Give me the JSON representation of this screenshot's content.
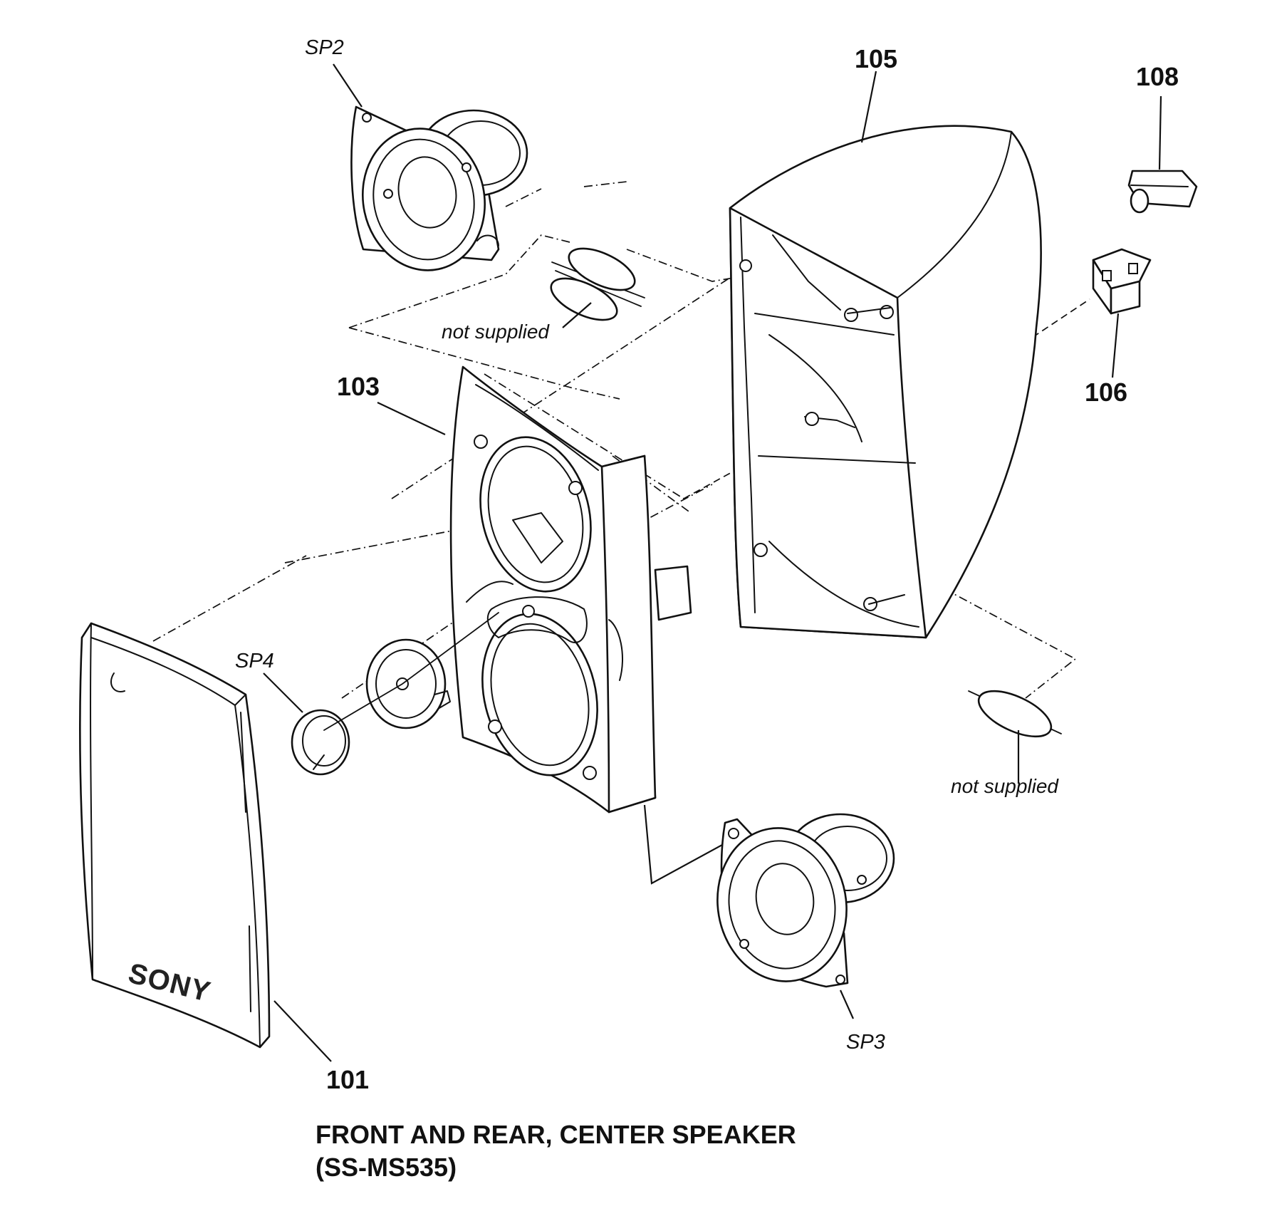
{
  "labels": {
    "sp2": "SP2",
    "sp3": "SP3",
    "sp4": "SP4",
    "p101": "101",
    "p103": "103",
    "p105": "105",
    "p106": "106",
    "p108": "108",
    "not_supplied_top": "not supplied",
    "not_supplied_bottom": "not supplied",
    "brand": "SONY"
  },
  "caption": {
    "line1": "FRONT AND REAR, CENTER SPEAKER",
    "line2": "(SS-MS535)"
  }
}
